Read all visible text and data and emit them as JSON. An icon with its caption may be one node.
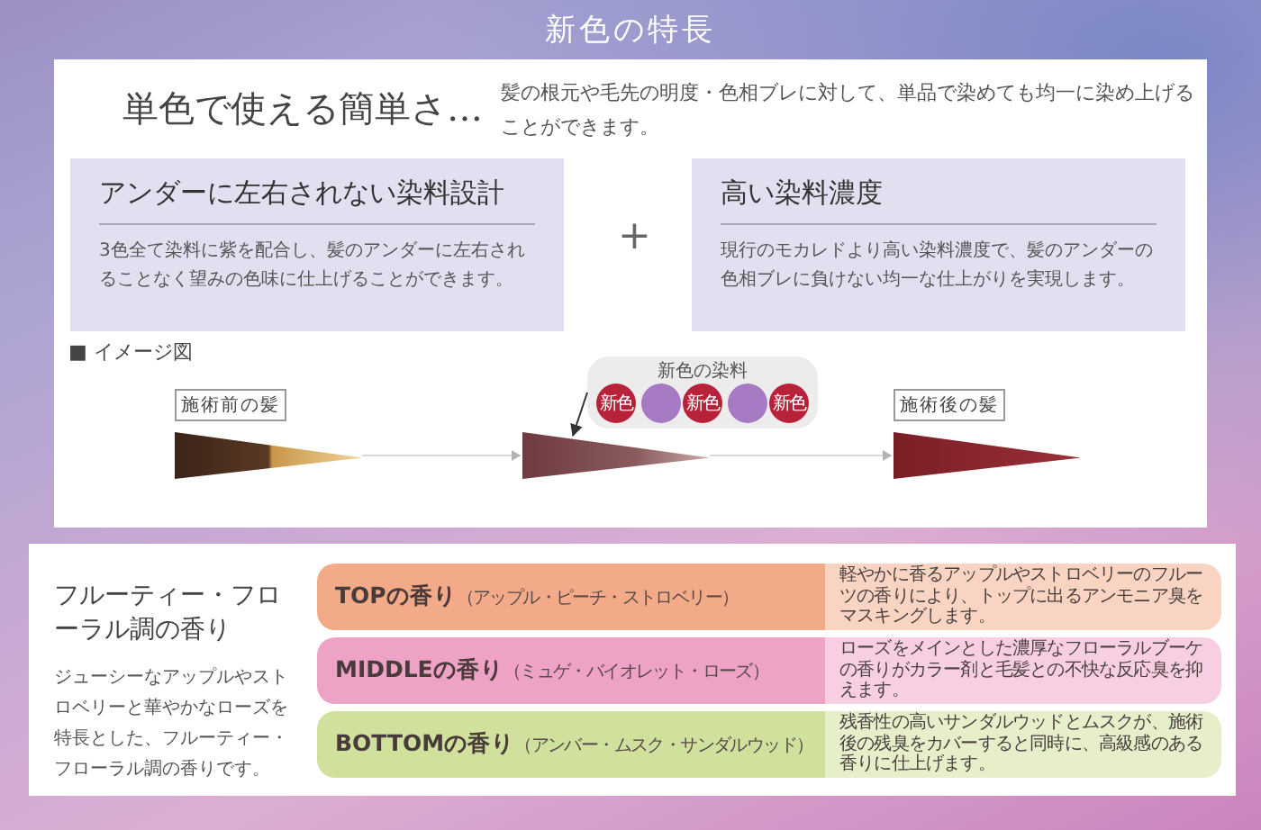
{
  "diagram": {
    "title": "新色の特長",
    "nodes": [
      {
        "text": [
          "単色で使える簡単さ…",
          "髪の根元や毛先の明度・色相ブレに対して、単品で染めても均一に染め上げることができます。"
        ]
      },
      {
        "text": [
          "アンダーに左右されない染料設計",
          "3色全て染料に紫を配合し、髪のアンダーに左右されることなく望みの色味に仕上げることができます。"
        ],
        "in": 0
      },
      {
        "text": [
          "高い染料濃度",
          "現行のモカレドより高い染料濃度で、髪のアンダーの色相ブレに負けない均一な仕上がりを実現します。"
        ],
        "in": 0
      },
      {
        "text": [
          "施術前の髪"
        ],
        "in": 0
      },
      {
        "text": [],
        "shape": "picture",
        "in": 0
      },
      {
        "text": [],
        "shape": "picture",
        "in": 0
      },
      {
        "text": [
          "新色の染料"
        ],
        "in": 0
      },
      {
        "text": [
          "新色"
        ],
        "in": 6
      },
      {
        "text": [],
        "shape": "circle",
        "in": 6
      },
      {
        "text": [
          "新色"
        ],
        "in": 6
      },
      {
        "text": [],
        "shape": "circle",
        "in": 6
      },
      {
        "text": [
          "新色"
        ],
        "in": 6
      },
      {
        "text": [
          "施術後の髪"
        ],
        "in": 0
      },
      {
        "text": [],
        "shape": "picture",
        "in": 0
      },
      {
        "text": [
          "フルーティー・フローラル調の香り",
          "ジューシーなアップルやストロベリーと華やかなローズを特長とした、フルーティー・フローラル調の香りです。"
        ]
      },
      {
        "text": [
          "TOPの香り",
          "（アップル・ピーチ・ストロベリー）",
          "軽やかに香るアップルやストロベリーのフルーツの香りにより、トップに出るアンモニア臭をマスキングします。"
        ],
        "in": 14
      },
      {
        "text": [
          "MIDDLEの香り",
          "（ミュゲ・バイオレット・ローズ）",
          "ローズをメインとした濃厚なフローラルブーケの香りがカラー剤と毛髪との不快な反応臭を抑えます。"
        ],
        "in": 14
      },
      {
        "text": [
          "BOTTOMの香り",
          "（アンバー・ムスク・サンダルウッド）",
          "残香性の高いサンダルウッドとムスクが、施術後の残臭をカバーすると同時に、高級感のある香りに仕上げます。"
        ],
        "in": 14
      }
    ],
    "edges": [
      {
        "from": 4,
        "to": 5,
        "arrow": "to"
      },
      {
        "from": 5,
        "to": 13,
        "arrow": "to"
      },
      {
        "from": 6,
        "to": 5,
        "arrow": "to",
        "color": "#333333"
      }
    ],
    "labels": [
      "+",
      "■ イメージ図"
    ]
  }
}
